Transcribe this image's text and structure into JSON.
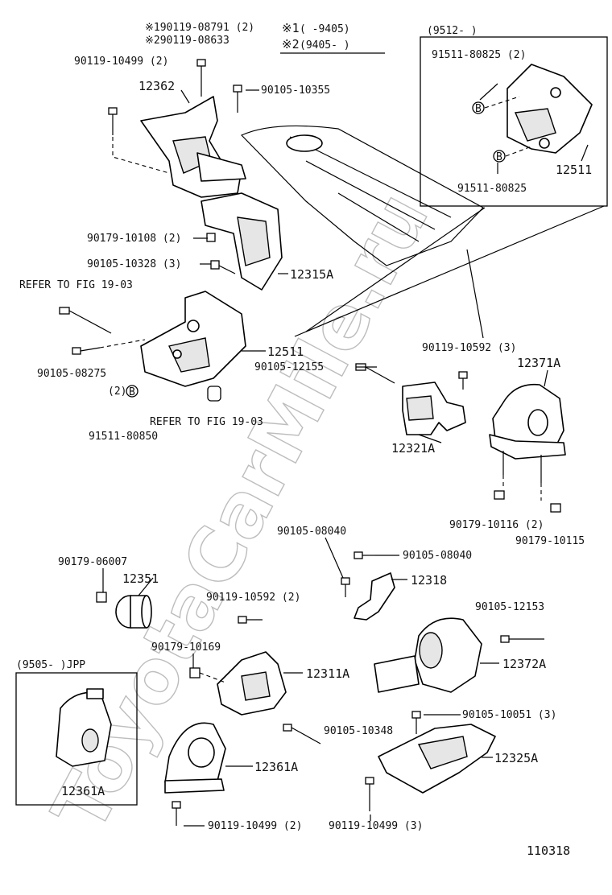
{
  "watermark": "ToyotaCarMile.ru",
  "figure_id": "110318",
  "notes": {
    "note1_symbol": "※1",
    "note1_range": "(        -9405)",
    "note2_symbol": "※2",
    "note2_range": "(9405-        )"
  },
  "boxes": {
    "top_right_range": "(9512-         )",
    "bottom_left_range": "(9505-        )JPP"
  },
  "labels": {
    "p_90119_08791": "※190119-08791 (2)",
    "p_90119_08633": "※290119-08633",
    "p_90119_10499_top": "90119-10499 (2)",
    "p_12362": "12362",
    "p_90105_10355": "90105-10355",
    "p_90179_10108": "90179-10108 (2)",
    "p_90105_10328": "90105-10328 (3)",
    "p_12315a": "12315A",
    "refer_1": "REFER TO FIG 19-03",
    "p_12511_main": "12511",
    "p_90105_08275": "90105-08275",
    "qty_2": "(2)",
    "p_91511_80850": "91511-80850",
    "refer_2": "REFER TO FIG 19-03",
    "p_90105_12155": "90105-12155",
    "p_90119_10592_3": "90119-10592 (3)",
    "p_12371a": "12371A",
    "p_12321a": "12321A",
    "p_90179_10116": "90179-10116 (2)",
    "p_90179_10115": "90179-10115",
    "p_91511_80825_2": "91511-80825 (2)",
    "p_12511_box": "12511",
    "p_91511_80825": "91511-80825",
    "p_90105_08040_a": "90105-08040",
    "p_90105_08040_b": "90105-08040",
    "p_12318": "12318",
    "p_90179_06007": "90179-06007",
    "p_12351": "12351",
    "p_90119_10592_2": "90119-10592 (2)",
    "p_90105_12153": "90105-12153",
    "p_90179_10169": "90179-10169",
    "p_12311a": "12311A",
    "p_12372a": "12372A",
    "p_90105_10051": "90105-10051 (3)",
    "p_90105_10348": "90105-10348",
    "p_12325a": "12325A",
    "p_12361a_main": "12361A",
    "p_12361a_box": "12361A",
    "p_90119_10499_b2": "90119-10499 (2)",
    "p_90119_10499_b3": "90119-10499 (3)"
  }
}
